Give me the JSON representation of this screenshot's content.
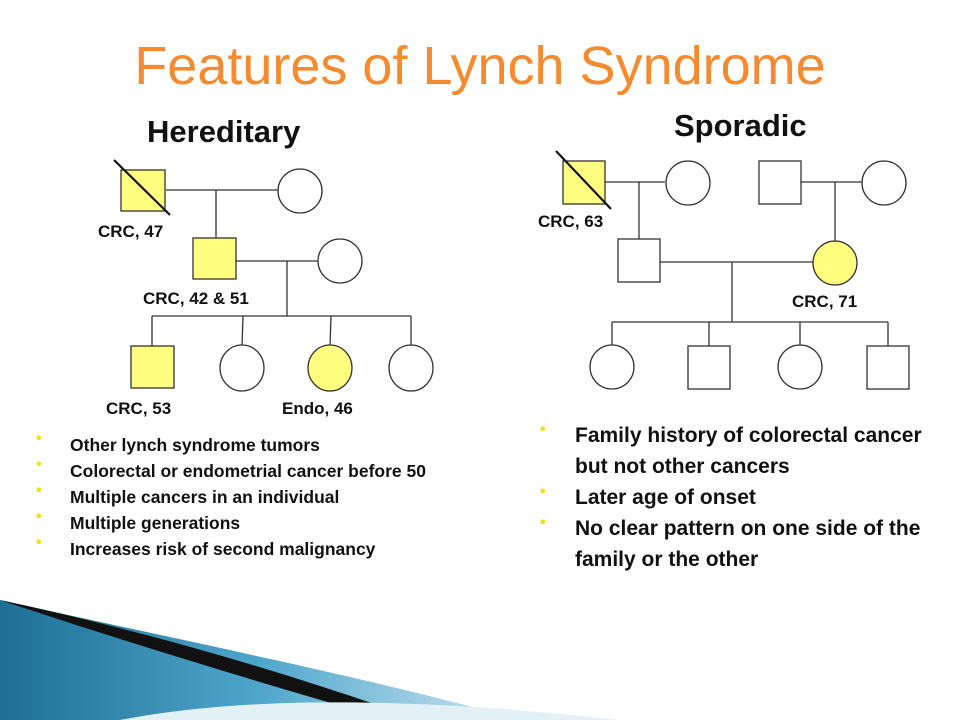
{
  "title": "Features of Lynch Syndrome",
  "hereditary": {
    "heading": "Hereditary",
    "labels": {
      "gen1_father": "CRC, 47",
      "gen2_son": "CRC, 42 & 51",
      "gen3_son": "CRC, 53",
      "gen3_daughter": "Endo, 46"
    },
    "bullets": [
      "Other lynch syndrome tumors",
      "Colorectal or endometrial cancer before 50",
      "Multiple cancers in an individual",
      "Multiple generations",
      "Increases risk of second malignancy"
    ]
  },
  "sporadic": {
    "heading": "Sporadic",
    "labels": {
      "gen1_father": "CRC, 63",
      "gen2_mother": "CRC, 71"
    },
    "bullets": [
      "Family history of colorectal cancer but not other cancers",
      "Later age of onset",
      "No clear pattern on one side of the family or the other"
    ]
  },
  "colors": {
    "title": "#f58a2e",
    "affected_fill": "#ffff80",
    "bullet_dot": "#f1e000"
  }
}
